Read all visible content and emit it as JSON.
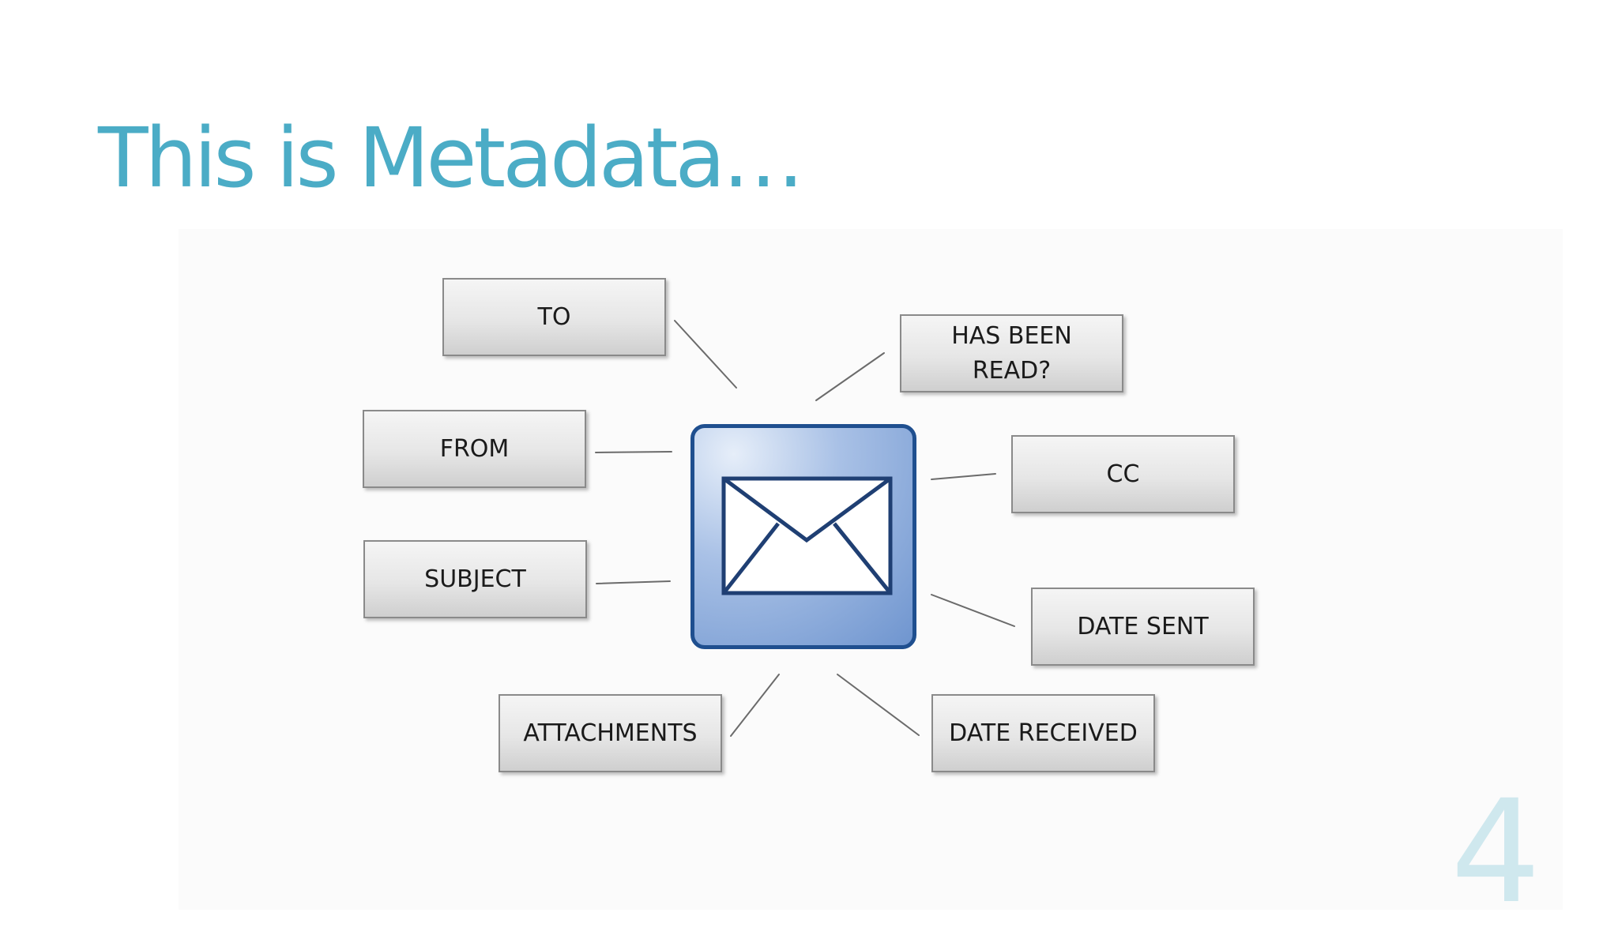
{
  "slide": {
    "title": "This is Metadata…",
    "page_number": "4",
    "accent_color": "#4bacc6"
  },
  "diagram": {
    "center_icon": "envelope-icon",
    "fields": {
      "to": "TO",
      "from": "FROM",
      "subject": "SUBJECT",
      "attachments": "ATTACHMENTS",
      "has_been_read": "HAS BEEN\nREAD?",
      "cc": "CC",
      "date_sent": "DATE SENT",
      "date_received": "DATE RECEIVED"
    }
  }
}
